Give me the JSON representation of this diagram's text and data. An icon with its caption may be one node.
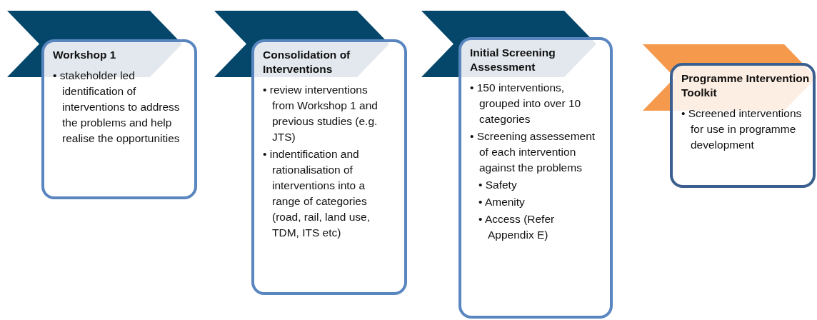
{
  "diagram": {
    "nodes": [
      {
        "text": [
          "Workshop 1",
          "• stakeholder led identification of interventions to address the problems and help realise the opportunities"
        ]
      },
      {
        "text": [
          "Consolidation of Interventions",
          "• review interventions from Workshop 1 and previous studies (e.g. JTS)",
          "• indentification and rationalisation of interventions into a range of categories (road, rail, land use, TDM, ITS etc)"
        ]
      },
      {
        "text": [
          "Initial Screening Assessment",
          "• 150 interventions, grouped into over 10 categories",
          "• Screening assessement of each intervention against the problems",
          "• Safety",
          "• Amenity",
          "• Access (Refer Appendix E)"
        ]
      },
      {
        "text": [
          "Programme Intervention Toolkit",
          "• Screened interventions for use in programme development"
        ]
      }
    ]
  }
}
